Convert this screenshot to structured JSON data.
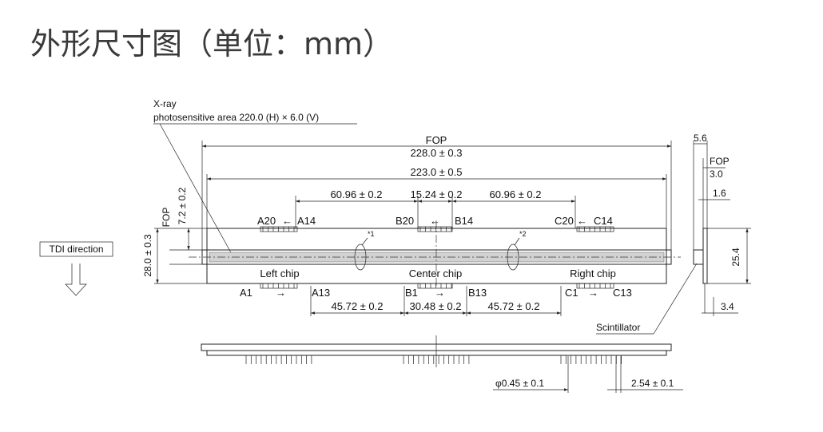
{
  "title": "外形尺寸图（单位：mm）",
  "labels": {
    "xray": "X-ray",
    "photosensitive_area": "photosensitive area 220.0 (H) × 6.0 (V)",
    "fop": "FOP",
    "tdi_direction": "TDI direction",
    "scintillator": "Scintillator",
    "left_chip": "Left chip",
    "center_chip": "Center chip",
    "right_chip": "Right chip",
    "note1": "*1",
    "note2": "*2"
  },
  "pins": {
    "a20": "A20",
    "a14": "A14",
    "b20": "B20",
    "b14": "B14",
    "c20": "C20",
    "c14": "C14",
    "a1": "A1",
    "a13": "A13",
    "b1": "B1",
    "b13": "B13",
    "c1": "C1",
    "c13": "C13",
    "left_arrow": "←",
    "right_arrow": "→"
  },
  "dimensions": {
    "fop_length": "228.0 ± 0.3",
    "length_223": "223.0 ± 0.5",
    "pitch_60_96_left": "60.96 ± 0.2",
    "pitch_15_24": "15.24 ± 0.2",
    "pitch_60_96_right": "60.96 ± 0.2",
    "fop_offset": "7.2 ± 0.2",
    "height_28": "28.0 ± 0.3",
    "pitch_45_72_left": "45.72 ± 0.2",
    "pitch_30_48": "30.48 ± 0.2",
    "pitch_45_72_right": "45.72 ± 0.2",
    "pin_diameter": "φ0.45 ± 0.1",
    "pin_pitch": "2.54 ± 0.1",
    "side_5_6": "5.6",
    "side_3_0": "3.0",
    "side_1_6": "1.6",
    "side_25_4": "25.4",
    "side_3_4": "3.4"
  }
}
